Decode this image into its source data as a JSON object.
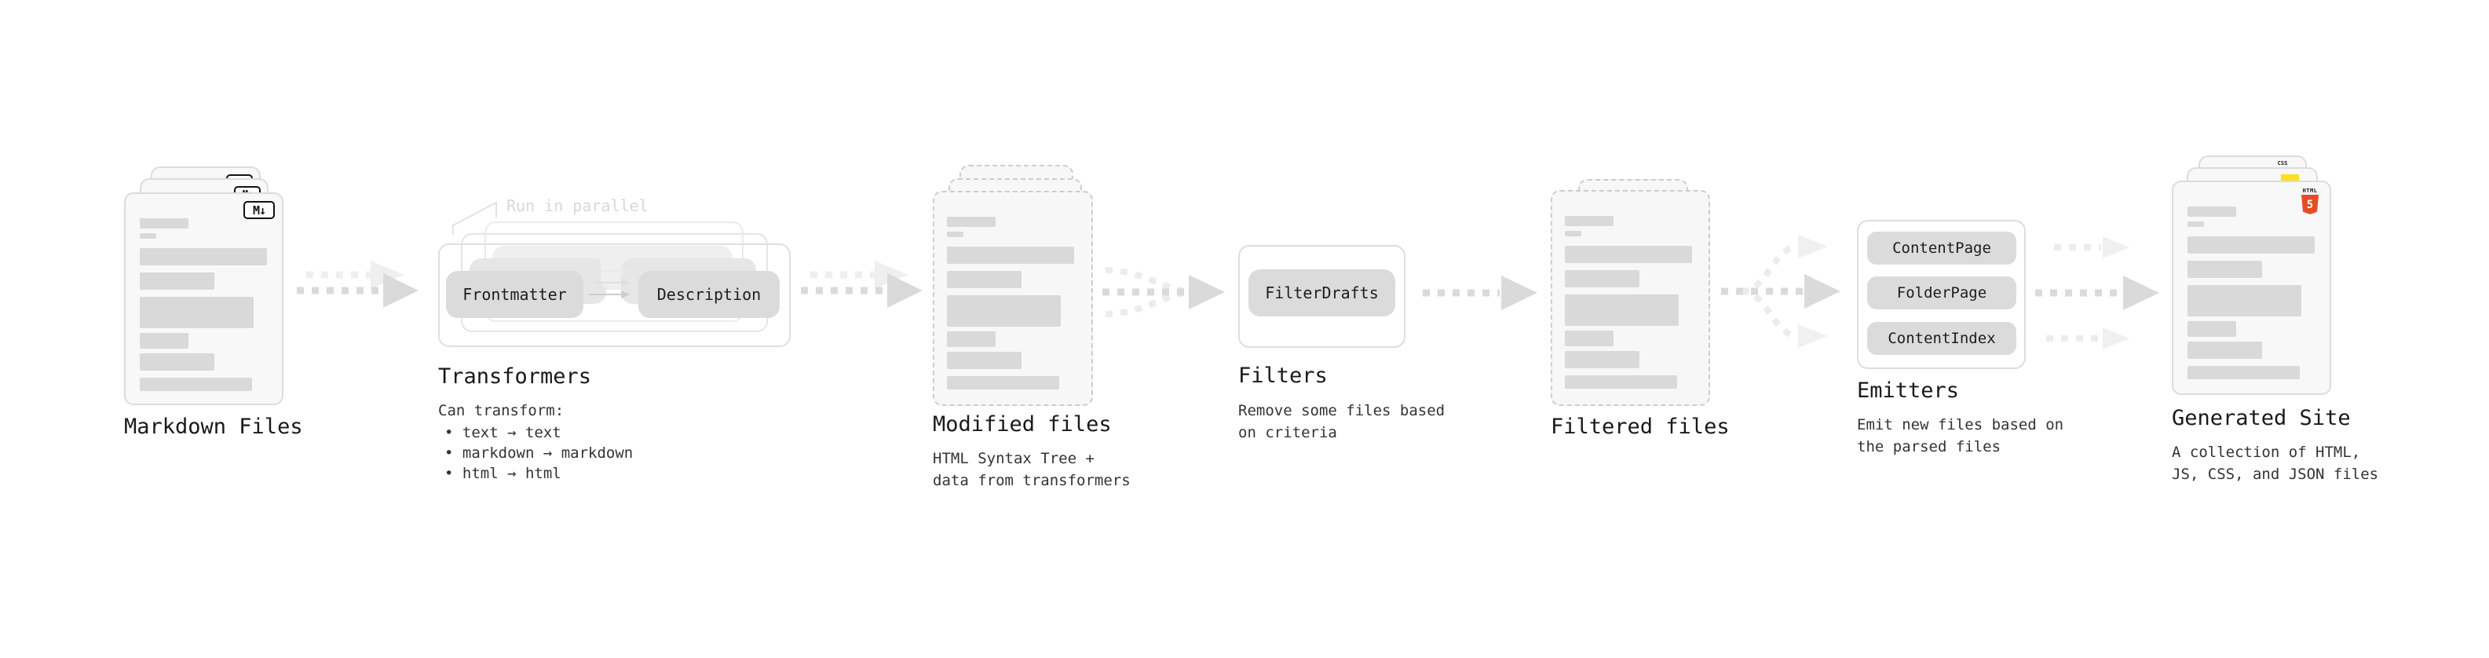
{
  "markdown_files": {
    "title": "Markdown Files",
    "badge_label": "M↓"
  },
  "transformers": {
    "title": "Transformers",
    "annotation": "Run in parallel",
    "pill_left": "Frontmatter",
    "pill_right": "Description",
    "heading": "Can transform:",
    "bullets": [
      "• text → text",
      "• markdown → markdown",
      "• html → html"
    ]
  },
  "modified_files": {
    "title": "Modified files",
    "subtitle": "HTML Syntax Tree +\ndata from transformers"
  },
  "filters": {
    "title": "Filters",
    "pill": "FilterDrafts",
    "subtitle": "Remove some files based\non criteria"
  },
  "filtered_files": {
    "title": "Filtered files"
  },
  "emitters": {
    "title": "Emitters",
    "pills": [
      {
        "label": "ContentPage"
      },
      {
        "label": "FolderPage"
      },
      {
        "label": "ContentIndex"
      }
    ],
    "subtitle": "Emit new files based on\nthe parsed files"
  },
  "generated_site": {
    "title": "Generated Site",
    "subtitle": "A collection of HTML,\nJS, CSS, and JSON files",
    "badge_html_label": "HTML",
    "badge_html_number": "5",
    "badge_css_label": "CSS"
  },
  "colors": {
    "html5_orange": "#e44d26",
    "js_yellow": "#ffe01a",
    "css_blue": "#2d62e9",
    "pill_gray": "#dbdbdb",
    "arrow_gray": "#dadada"
  }
}
